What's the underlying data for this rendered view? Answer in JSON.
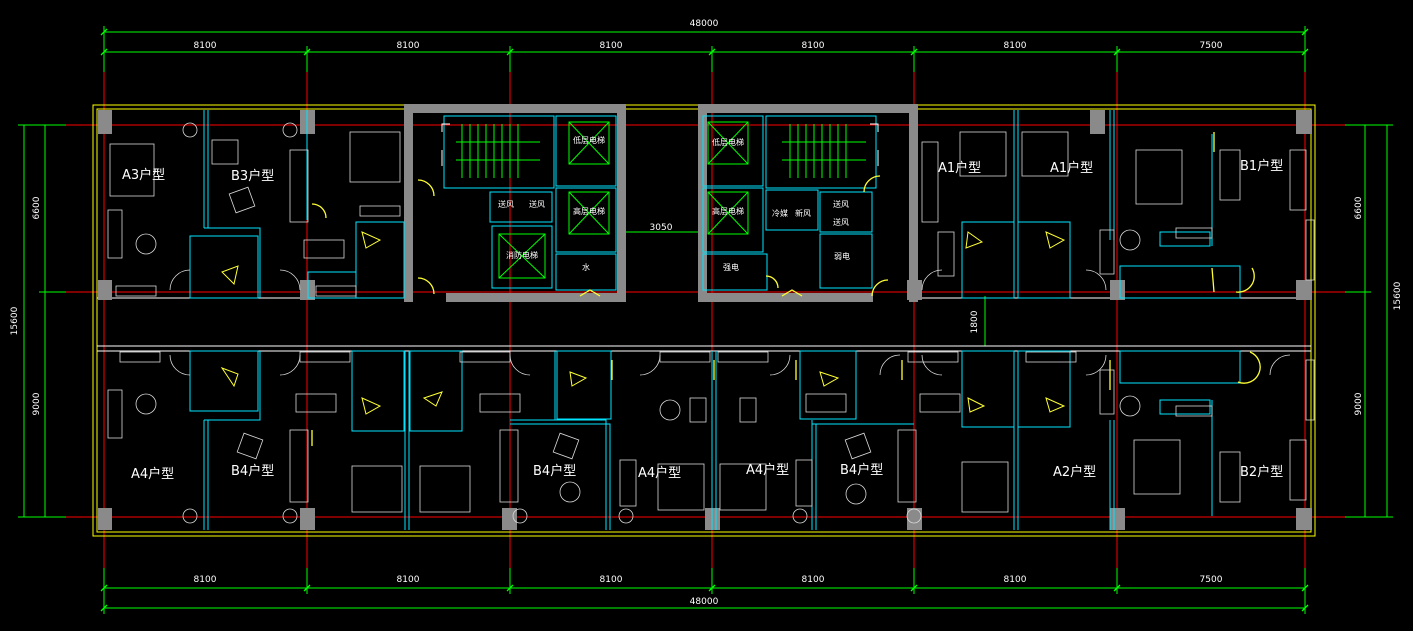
{
  "colors": {
    "background": "#000000",
    "wall": "#8a8a8a",
    "outline": "#ffff00",
    "grid": "#ff0000",
    "dimension": "#00ff00",
    "partition": "#00e5ff",
    "furniture": "#d9d9d9",
    "door": "#ffff33"
  },
  "dimensions": {
    "top_total": "48000",
    "bottom_total": "48000",
    "bays": [
      "8100",
      "8100",
      "8100",
      "8100",
      "8100",
      "7500"
    ],
    "left_total": "15600",
    "right_total": "15600",
    "north_depth": "6600",
    "south_depth": "9000",
    "corridor_width": "1800",
    "core_gap": "3050"
  },
  "units": {
    "north": [
      "A3户型",
      "B3户型",
      "A1户型",
      "A1户型",
      "B1户型"
    ],
    "south": [
      "A4户型",
      "B4户型",
      "B4户型",
      "A4户型",
      "A4户型",
      "B4户型",
      "A2户型",
      "B2户型"
    ]
  },
  "core": {
    "left": {
      "low_elevator": "低层电梯",
      "high_elevator": "高层电梯",
      "fire_elevator": "消防电梯",
      "supply_air": "送风",
      "supply_air_2": "送风",
      "water": "水"
    },
    "right": {
      "low_elevator": "低层电梯",
      "high_elevator": "高层电梯",
      "strong_elec": "强电",
      "supply_air": "送风",
      "supply_air_2": "送风",
      "cooling": "冷媒",
      "fresh_air": "新风",
      "weak_elec": "弱电"
    }
  }
}
